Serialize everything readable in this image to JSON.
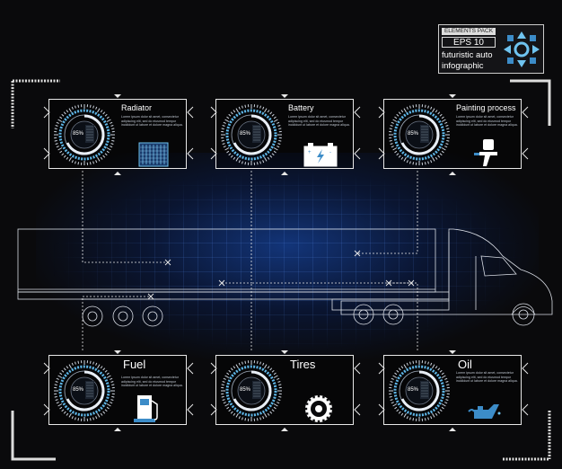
{
  "badge": {
    "pack_label": "ELEMENTS PACK",
    "eps_label": "EPS 10",
    "line1": "futuristic auto",
    "line2": "infographic"
  },
  "panels": [
    {
      "id": "radiator",
      "title": "Radiator",
      "percent": "85%",
      "icon": "radiator-icon"
    },
    {
      "id": "battery",
      "title": "Battery",
      "percent": "85%",
      "icon": "battery-icon"
    },
    {
      "id": "painting",
      "title": "Painting process",
      "percent": "85%",
      "icon": "spray-gun-icon"
    },
    {
      "id": "fuel",
      "title": "Fuel",
      "percent": "85%",
      "icon": "fuel-pump-icon"
    },
    {
      "id": "tires",
      "title": "Tires",
      "percent": "85%",
      "icon": "tire-icon"
    },
    {
      "id": "oil",
      "title": "Oil",
      "percent": "85%",
      "icon": "oil-can-icon"
    }
  ],
  "description": "Lorem ipsum dolor sit amet, consectetur adipiscing elit, sed do eiusmod tempor incididunt ut labore et dolore magna aliqua.",
  "colors": {
    "accent": "#5fb7e8",
    "frame": "#e8e8e8",
    "glow": "#143c8c"
  }
}
